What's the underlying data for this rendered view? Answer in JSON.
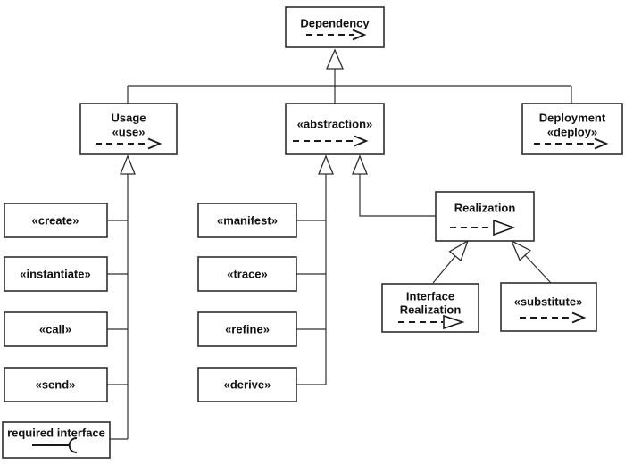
{
  "colors": {
    "line": "#2e2e2e",
    "arrow": "#1a1a1a",
    "text": "#111111",
    "background": "#ffffff",
    "box_fill": "#ffffff"
  },
  "nodes": {
    "dependency": {
      "label": "Dependency",
      "icon": "dashed-open-arrow"
    },
    "usage": {
      "line1": "Usage",
      "line2": "«use»",
      "icon": "dashed-open-arrow"
    },
    "abstraction": {
      "label": "«abstraction»",
      "icon": "dashed-open-arrow"
    },
    "deployment": {
      "line1": "Deployment",
      "line2": "«deploy»",
      "icon": "dashed-open-arrow"
    },
    "create": {
      "label": "«create»"
    },
    "instantiate": {
      "label": "«instantiate»"
    },
    "call": {
      "label": "«call»"
    },
    "send": {
      "label": "«send»"
    },
    "required_interface": {
      "label": "required interface",
      "icon": "socket"
    },
    "manifest": {
      "label": "«manifest»"
    },
    "trace": {
      "label": "«trace»"
    },
    "refine": {
      "label": "«refine»"
    },
    "derive": {
      "label": "«derive»"
    },
    "realization": {
      "label": "Realization",
      "icon": "dashed-triangle-arrow"
    },
    "interface_realization": {
      "line1": "Interface",
      "line2": "Realization",
      "icon": "dashed-triangle-arrow"
    },
    "substitute": {
      "label": "«substitute»",
      "icon": "dashed-open-arrow"
    }
  },
  "edges": [
    {
      "from": "usage",
      "to": "dependency",
      "type": "generalization"
    },
    {
      "from": "abstraction",
      "to": "dependency",
      "type": "generalization"
    },
    {
      "from": "deployment",
      "to": "dependency",
      "type": "generalization"
    },
    {
      "from": "create",
      "to": "usage",
      "type": "generalization"
    },
    {
      "from": "instantiate",
      "to": "usage",
      "type": "generalization"
    },
    {
      "from": "call",
      "to": "usage",
      "type": "generalization"
    },
    {
      "from": "send",
      "to": "usage",
      "type": "generalization"
    },
    {
      "from": "required_interface",
      "to": "usage",
      "type": "generalization"
    },
    {
      "from": "manifest",
      "to": "abstraction",
      "type": "generalization"
    },
    {
      "from": "trace",
      "to": "abstraction",
      "type": "generalization"
    },
    {
      "from": "refine",
      "to": "abstraction",
      "type": "generalization"
    },
    {
      "from": "derive",
      "to": "abstraction",
      "type": "generalization"
    },
    {
      "from": "realization",
      "to": "abstraction",
      "type": "generalization"
    },
    {
      "from": "interface_realization",
      "to": "realization",
      "type": "generalization"
    },
    {
      "from": "substitute",
      "to": "realization",
      "type": "generalization"
    }
  ]
}
